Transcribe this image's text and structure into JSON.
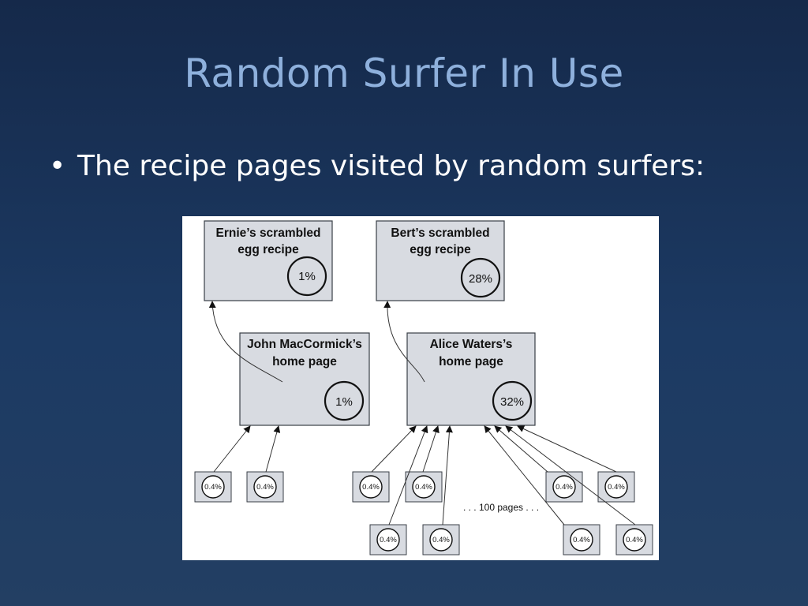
{
  "slide": {
    "title": "Random Surfer In Use",
    "bullet": "The recipe pages visited by random surfers:"
  },
  "diagram": {
    "ernie": {
      "line1": "Ernie’s scrambled",
      "line2": "egg recipe",
      "pct": "1%"
    },
    "bert": {
      "line1": "Bert’s scrambled",
      "line2": "egg recipe",
      "pct": "28%"
    },
    "john": {
      "line1": "John MacCormick’s",
      "line2": "home page",
      "pct": "1%"
    },
    "alice": {
      "line1": "Alice Waters’s",
      "line2": "home page",
      "pct": "32%"
    },
    "small_pct": "0.4%",
    "ellipsis": ". . . 100 pages . . ."
  },
  "colors": {
    "title": "#8eb0dc",
    "node_fill": "#d8dbe1",
    "background_top": "#15294a",
    "background_bottom": "#233f63"
  }
}
